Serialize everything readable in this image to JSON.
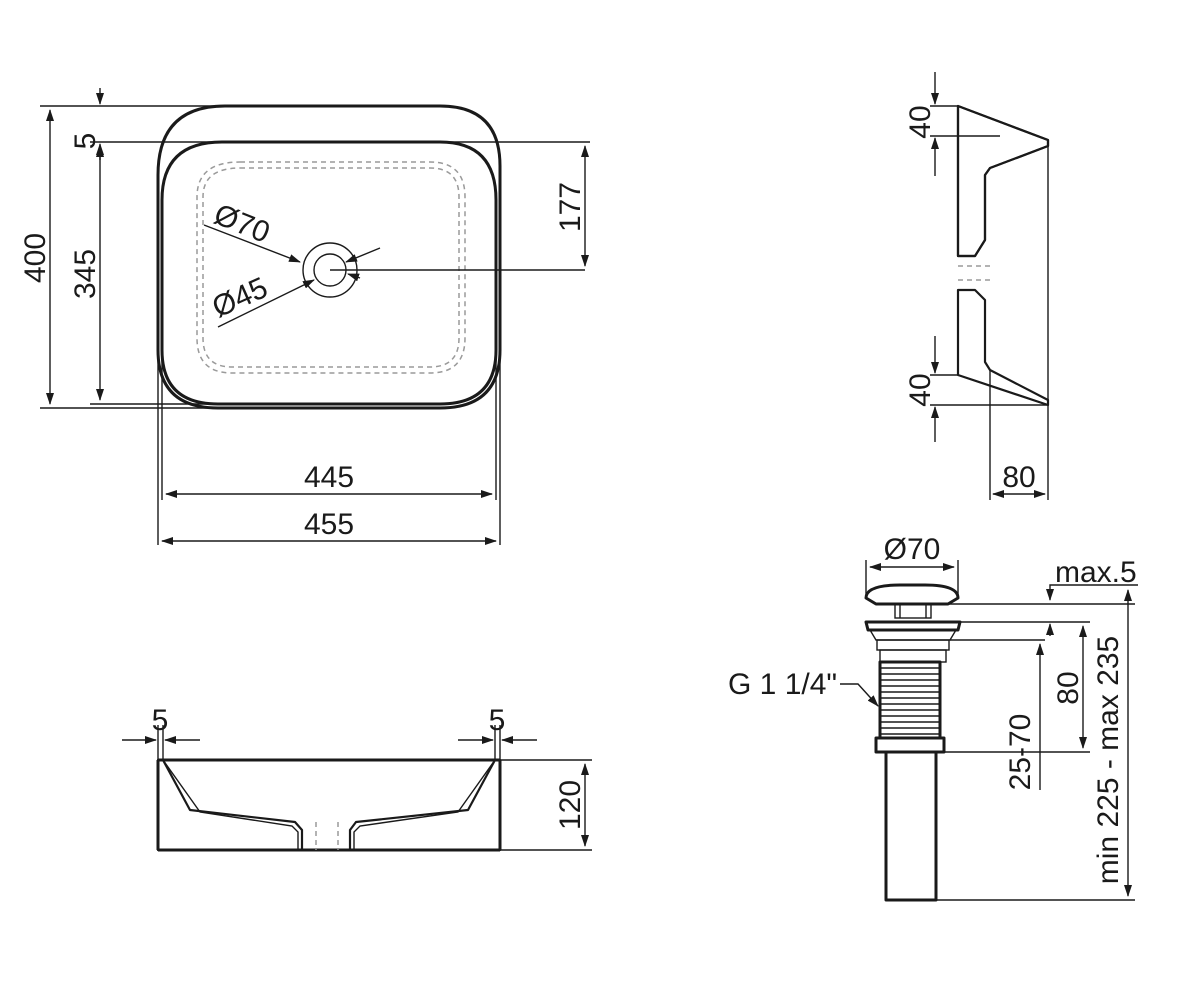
{
  "top_view": {
    "height_outer": "400",
    "height_inner": "345",
    "rim_offset": "5",
    "drain_offset": "177",
    "drain_outer_diameter": "Ø70",
    "drain_inner_diameter": "Ø45",
    "width_inner": "445",
    "width_outer": "455"
  },
  "side_view": {
    "top_wall": "40",
    "bottom_wall": "40",
    "depth": "80"
  },
  "front_view": {
    "left_wall": "5",
    "right_wall": "5",
    "height": "120"
  },
  "drain_view": {
    "cap_diameter": "Ø70",
    "cap_gap": "max.5",
    "thread": "G 1 1/4\"",
    "body_length": "80",
    "clamp_range": "25-70",
    "total_length": "min 225 - max 235"
  }
}
